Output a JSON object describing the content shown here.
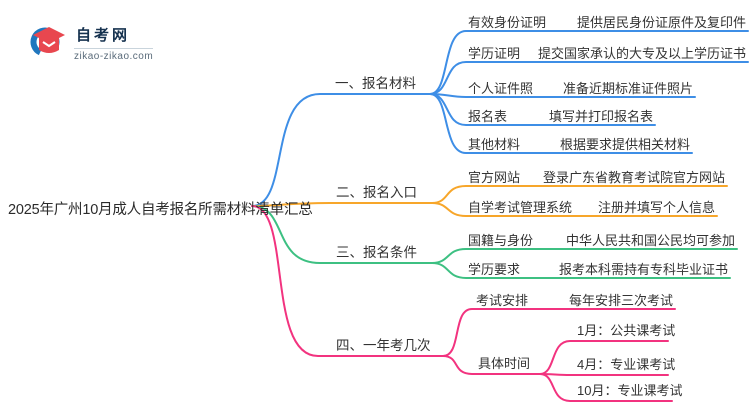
{
  "logo": {
    "site_name": "自考网",
    "domain": "zikao-zikao.com"
  },
  "root": {
    "title": "2025年广州10月成人自考报名所需材料清单汇总"
  },
  "colors": {
    "branch1": "#3E8EE6",
    "branch2": "#F7A62A",
    "branch3": "#3DC082",
    "branch4": "#F2337F",
    "text": "#333333"
  },
  "branches": [
    {
      "label": "一、报名材料",
      "children": [
        {
          "label": "有效身份证明",
          "leaf": "提供居民身份证原件及复印件"
        },
        {
          "label": "学历证明",
          "leaf": "提交国家承认的大专及以上学历证书"
        },
        {
          "label": "个人证件照",
          "leaf": "准备近期标准证件照片"
        },
        {
          "label": "报名表",
          "leaf": "填写并打印报名表"
        },
        {
          "label": "其他材料",
          "leaf": "根据要求提供相关材料"
        }
      ]
    },
    {
      "label": "二、报名入口",
      "children": [
        {
          "label": "官方网站",
          "leaf": "登录广东省教育考试院官方网站"
        },
        {
          "label": "自学考试管理系统",
          "leaf": "注册并填写个人信息"
        }
      ]
    },
    {
      "label": "三、报名条件",
      "children": [
        {
          "label": "国籍与身份",
          "leaf": "中华人民共和国公民均可参加"
        },
        {
          "label": "学历要求",
          "leaf": "报考本科需持有专科毕业证书"
        }
      ]
    },
    {
      "label": "四、一年考几次",
      "children": [
        {
          "label": "考试安排",
          "leaf": "每年安排三次考试"
        },
        {
          "label": "具体时间",
          "leaves": [
            "1月：公共课考试",
            "4月：专业课考试",
            "10月：专业课考试"
          ]
        }
      ]
    }
  ]
}
